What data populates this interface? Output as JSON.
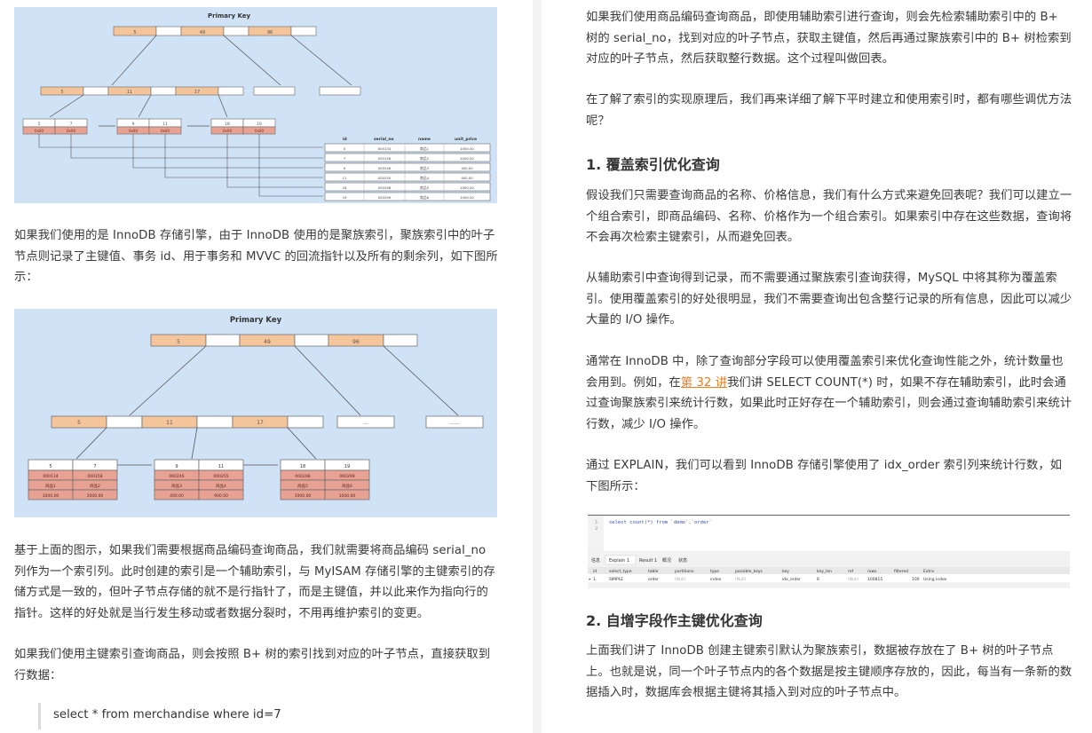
{
  "fig1": {
    "title": "Primary Key",
    "root_keys": [
      "5",
      "49",
      "96"
    ],
    "mid_keys": [
      "5",
      "11",
      "17"
    ],
    "leaves": [
      {
        "keys": [
          "5",
          "7"
        ],
        "ptrs": [
          "0x00",
          "0x00"
        ]
      },
      {
        "keys": [
          "9",
          "11"
        ],
        "ptrs": [
          "0x00",
          "0x00"
        ]
      },
      {
        "keys": [
          "18",
          "19"
        ],
        "ptrs": [
          "0x00",
          "0x00"
        ]
      }
    ],
    "table_headers": [
      "id",
      "serial_no",
      "name",
      "unit_price"
    ],
    "table_rows": [
      [
        "5",
        "000134",
        "商品1",
        "1000.00"
      ],
      [
        "7",
        "000158",
        "商品2",
        "2000.00"
      ],
      [
        "9",
        "000246",
        "商品3",
        "400.00"
      ],
      [
        "11",
        "000255",
        "商品4",
        "900.00"
      ],
      [
        "18",
        "000298",
        "商品5",
        "1900.00"
      ],
      [
        "19",
        "000299",
        "商品6",
        "1000.00"
      ]
    ]
  },
  "fig2": {
    "title": "Primary Key",
    "root_keys": [
      "5",
      "49",
      "96"
    ],
    "mid_keys": [
      "5",
      "11",
      "17"
    ],
    "ellipsis": [
      "...",
      "......"
    ],
    "leaves": [
      {
        "keys": [
          "5",
          "7"
        ],
        "serial": [
          "000134",
          "000158"
        ],
        "name": [
          "商品1",
          "商品2"
        ],
        "price": [
          "1000.00",
          "2000.00"
        ]
      },
      {
        "keys": [
          "9",
          "11"
        ],
        "serial": [
          "000246",
          "000255"
        ],
        "name": [
          "商品3",
          "商品4"
        ],
        "price": [
          "400.00",
          "900.00"
        ]
      },
      {
        "keys": [
          "18",
          "19"
        ],
        "serial": [
          "000298",
          "000299"
        ],
        "name": [
          "商品5",
          "商品6"
        ],
        "price": [
          "1900.00",
          "1000.00"
        ]
      }
    ]
  },
  "left": {
    "p1": "如果我们使用的是 InnoDB 存储引擎，由于 InnoDB 使用的是聚族索引，聚族索引中的叶子节点则记录了主键值、事务 id、用于事务和 MVVC 的回流指针以及所有的剩余列，如下图所示：",
    "p2": "基于上面的图示，如果我们需要根据商品编码查询商品，我们就需要将商品编码 serial_no 列作为一个索引列。此时创建的索引是一个辅助索引，与 MyISAM 存储引擎的主键索引的存储方式是一致的，但叶子节点存储的就不是行指针了，而是主键值，并以此来作为指向行的指针。这样的好处就是当行发生移动或者数据分裂时，不用再维护索引的变更。",
    "p3": "如果我们使用主键索引查询商品，则会按照 B+ 树的索引找到对应的叶子节点，直接获取到行数据：",
    "quote": "select * from merchandise where id=7"
  },
  "right": {
    "p1": "如果我们使用商品编码查询商品，即使用辅助索引进行查询，则会先检索辅助索引中的 B+ 树的 serial_no，找到对应的叶子节点，获取主键值，然后再通过聚族索引中的 B+ 树检索到对应的叶子节点，然后获取整行数据。这个过程叫做回表。",
    "p2": "在了解了索引的实现原理后，我们再来详细了解下平时建立和使用索引时，都有哪些调优方法呢？",
    "h1": "1. 覆盖索引优化查询",
    "p3": "假设我们只需要查询商品的名称、价格信息，我们有什么方式来避免回表呢？我们可以建立一个组合索引，即商品编码、名称、价格作为一个组合索引。如果索引中存在这些数据，查询将不会再次检索主键索引，从而避免回表。",
    "p4": "从辅助索引中查询得到记录，而不需要通过聚族索引查询获得，MySQL 中将其称为覆盖索引。使用覆盖索引的好处很明显，我们不需要查询出包含整行记录的所有信息，因此可以减少大量的 I/O 操作。",
    "p5_a": "通常在 InnoDB 中，除了查询部分字段可以使用覆盖索引来优化查询性能之外，统计数量也会用到。例如，在",
    "p5_link": "第 32 讲",
    "p5_b": "我们讲 SELECT COUNT(*) 时，如果不存在辅助索引，此时会通过查询聚族索引来统计行数，如果此时正好存在一个辅助索引，则会通过查询辅助索引来统计行数，减少 I/O 操作。",
    "p6": "通过 EXPLAIN，我们可以看到 InnoDB 存储引擎使用了 idx_order 索引列来统计行数，如下图所示：",
    "h2": "2. 自增字段作主键优化查询",
    "p7": "上面我们讲了 InnoDB 创建主键索引默认为聚族索引，数据被存放在了 B+ 树的叶子节点上。也就是说，同一个叶子节点内的各个数据是按主键顺序存放的，因此，每当有一条新的数据插入时，数据库会根据主键将其插入到对应的叶子节点中。"
  },
  "sql": {
    "line1_num": "1",
    "line1": "select count(*) from `demo`.`order`",
    "line2_num": "2",
    "tabs": [
      "信息",
      "Explain 1",
      "Result 1",
      "概况",
      "状态"
    ],
    "headers": [
      "id",
      "select_type",
      "table",
      "partitions",
      "type",
      "possible_keys",
      "key",
      "key_len",
      "ref",
      "rows",
      "filtered",
      "Extra"
    ],
    "row": [
      "1",
      "SIMPLE",
      "order",
      "(Null)",
      "index",
      "(Null)",
      "idx_order",
      "6",
      "(Null)",
      "100815",
      "100",
      "Using index"
    ]
  },
  "colors": {
    "accent": "#e67e22",
    "fig_bg": "#cfe2f6",
    "node_orange": "#f4c49a",
    "node_red": "#e8a294"
  }
}
